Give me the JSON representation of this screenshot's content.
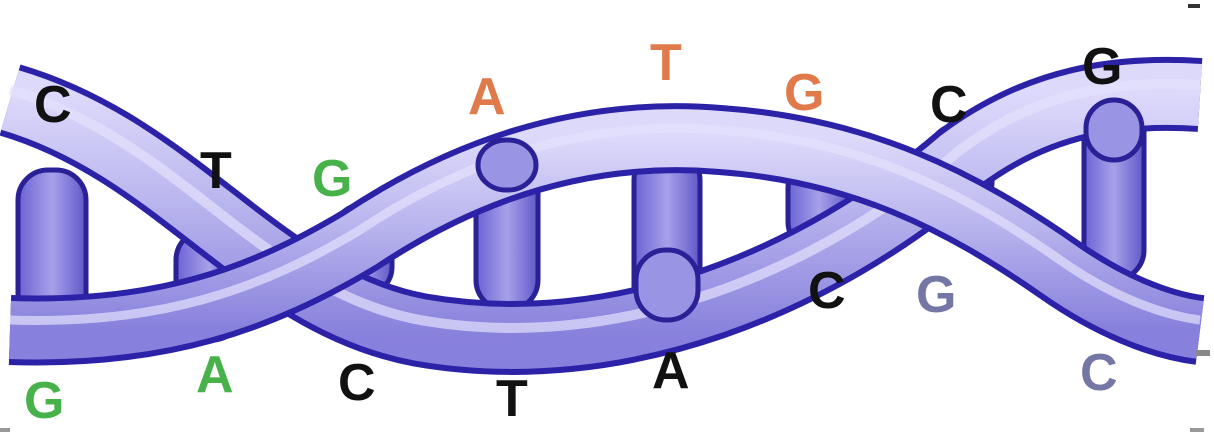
{
  "figure": {
    "colors": {
      "strand_fill": "#b9b5ee",
      "strand_shadow": "#7d76d9",
      "strand_outline": "#2c22a8",
      "rung_fill": "#8d86df",
      "rung_outline": "#2a2196",
      "black": "#111111",
      "green": "#48b24a",
      "orange": "#e07a4a",
      "grey_blue": "#7477a6"
    },
    "top_letters": [
      {
        "text": "C",
        "color": "black"
      },
      {
        "text": "T",
        "color": "black"
      },
      {
        "text": "G",
        "color": "green"
      },
      {
        "text": "A",
        "color": "orange"
      },
      {
        "text": "T",
        "color": "orange"
      },
      {
        "text": "G",
        "color": "orange"
      },
      {
        "text": "C",
        "color": "black"
      },
      {
        "text": "G",
        "color": "black"
      }
    ],
    "bottom_letters": [
      {
        "text": "G",
        "color": "green"
      },
      {
        "text": "A",
        "color": "green"
      },
      {
        "text": "C",
        "color": "black"
      },
      {
        "text": "T",
        "color": "black"
      },
      {
        "text": "A",
        "color": "black"
      },
      {
        "text": "C",
        "color": "black"
      },
      {
        "text": "G",
        "color": "grey_blue"
      },
      {
        "text": "C",
        "color": "grey_blue"
      }
    ]
  }
}
